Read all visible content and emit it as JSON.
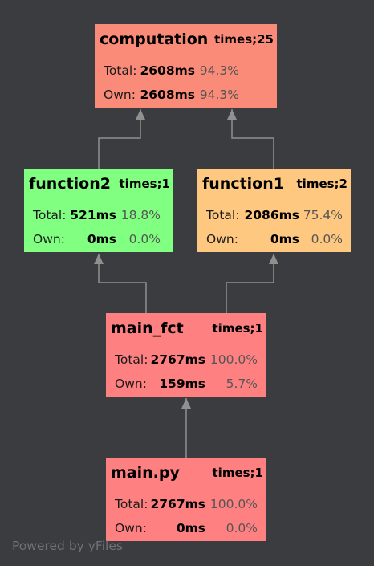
{
  "diagram": {
    "nodes": {
      "computation": {
        "name": "computation",
        "times": "times;25",
        "total_label": "Total:",
        "total_ms": "2608ms",
        "total_pct": "94.3%",
        "own_label": "Own:",
        "own_ms": "2608ms",
        "own_pct": "94.3%",
        "color": "#fa8b78"
      },
      "function2": {
        "name": "function2",
        "times": "times;1",
        "total_label": "Total:",
        "total_ms": "521ms",
        "total_pct": "18.8%",
        "own_label": "Own:",
        "own_ms": "0ms",
        "own_pct": "0.0%",
        "color": "#80ff80"
      },
      "function1": {
        "name": "function1",
        "times": "times;2",
        "total_label": "Total:",
        "total_ms": "2086ms",
        "total_pct": "75.4%",
        "own_label": "Own:",
        "own_ms": "0ms",
        "own_pct": "0.0%",
        "color": "#ffc880"
      },
      "main_fct": {
        "name": "main_fct",
        "times": "times;1",
        "total_label": "Total:",
        "total_ms": "2767ms",
        "total_pct": "100.0%",
        "own_label": "Own:",
        "own_ms": "159ms",
        "own_pct": "5.7%",
        "color": "#ff8080"
      },
      "main_py": {
        "name": "main.py",
        "times": "times;1",
        "total_label": "Total:",
        "total_ms": "2767ms",
        "total_pct": "100.0%",
        "own_label": "Own:",
        "own_ms": "0ms",
        "own_pct": "0.0%",
        "color": "#ff8080"
      }
    },
    "edges": [
      {
        "from": "main_py",
        "to": "main_fct"
      },
      {
        "from": "main_fct",
        "to": "function2"
      },
      {
        "from": "main_fct",
        "to": "function1"
      },
      {
        "from": "function2",
        "to": "computation"
      },
      {
        "from": "function1",
        "to": "computation"
      }
    ],
    "edge_color": "#909090",
    "background": "#3a3c40"
  },
  "watermark": "Powered by yFiles"
}
